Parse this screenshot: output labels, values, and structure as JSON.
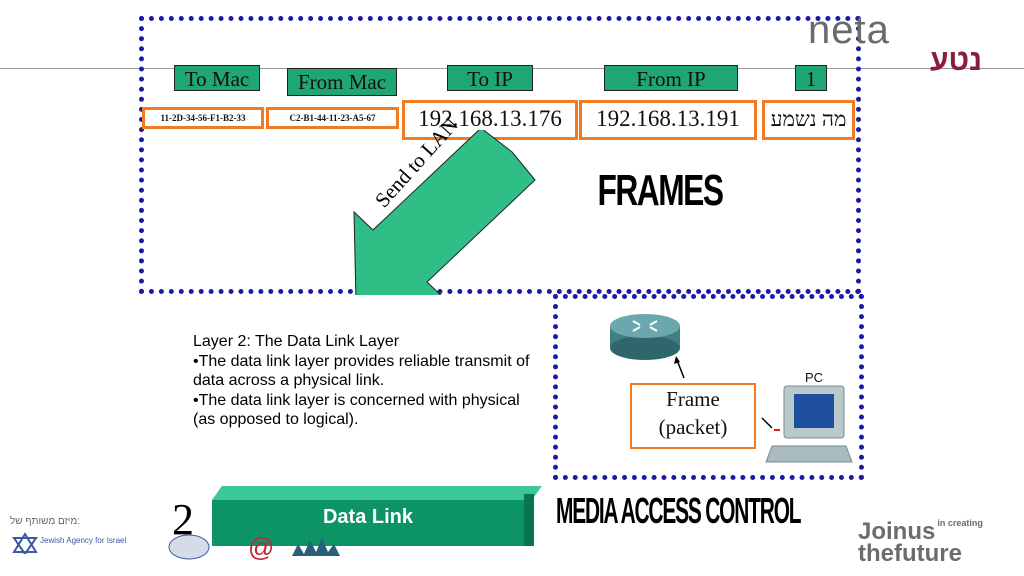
{
  "headers": {
    "to_mac": "To Mac",
    "from_mac": "From Mac",
    "to_ip": "To IP",
    "from_ip": "From IP",
    "seq": "1"
  },
  "cells": {
    "to_mac": "11-2D-34-56-F1-B2-33",
    "from_mac": "C2-B1-44-11-23-A5-67",
    "to_ip": "192.168.13.176",
    "from_ip": "192.168.13.191",
    "payload": "מה נשמע"
  },
  "arrow_label": "Send to LAN",
  "frames_title": "FRAMES",
  "body": {
    "heading": "Layer 2: The Data Link Layer",
    "bullet1": "•The data link layer provides reliable transmit of data across a physical link.",
    "bullet2": "•The data link layer is concerned with physical (as opposed to logical)."
  },
  "frame_box": {
    "line1": "Frame",
    "line2": "(packet)"
  },
  "pc_label": "PC",
  "layer_number": "2",
  "layer_button": "Data Link",
  "mac_title": "MEDIA ACCESS CONTROL",
  "logos": {
    "neta": "neta",
    "neta_hebrew": "נטע",
    "join_line1": "Joinus",
    "join_tagline": "in creating",
    "join_line2": "thefuture",
    "bottom_hebrew": "מיזם משותף של:",
    "jewish_agency": "Jewish Agency for Israel"
  },
  "colors": {
    "header_green": "#1fa673",
    "cell_border": "#f07b22",
    "dotted_border": "#1a1aa8",
    "arrow_green": "#2fbf86",
    "button_green": "#0c9466"
  }
}
